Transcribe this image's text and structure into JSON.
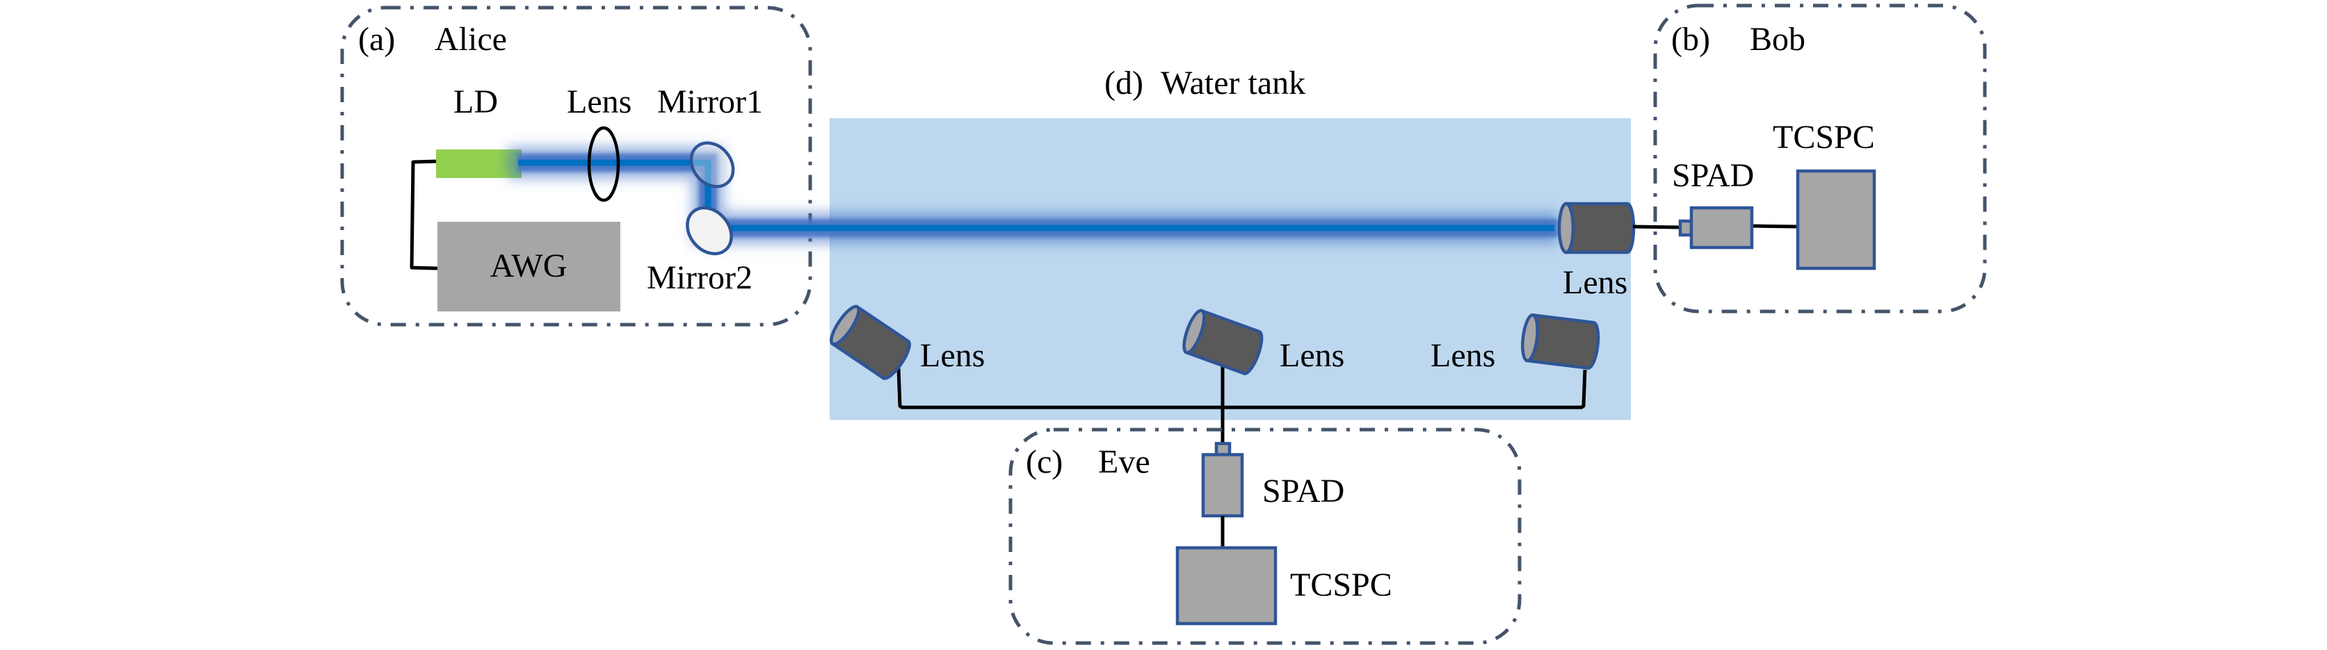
{
  "diagram": {
    "type": "optical-setup",
    "colors": {
      "water": "#BDD7EE",
      "beam_core": "#0070C0",
      "beam_glow": "#4472C4",
      "laser_diode": "#92D050",
      "device_fill": "#A6A6A6",
      "device_outline": "#2F5597",
      "lens_body": "#595959",
      "region_border": "#44546A"
    },
    "alice": {
      "tag": "(a)",
      "name": "Alice",
      "ld_label": "LD",
      "lens_label": "Lens",
      "mirror1_label": "Mirror1",
      "mirror2_label": "Mirror2",
      "awg_label": "AWG"
    },
    "bob": {
      "tag": "(b)",
      "name": "Bob",
      "spad_label": "SPAD",
      "tcspc_label": "TCSPC",
      "lens_label": "Lens"
    },
    "eve": {
      "tag": "(c)",
      "name": "Eve",
      "spad_label": "SPAD",
      "tcspc_label": "TCSPC",
      "lens_labels": [
        "Lens",
        "Lens",
        "Lens"
      ]
    },
    "tank": {
      "tag": "(d)",
      "name": "Water tank"
    }
  }
}
